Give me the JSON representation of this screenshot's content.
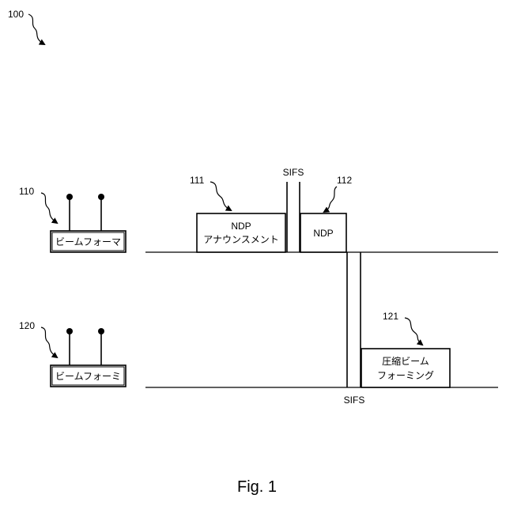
{
  "figure": {
    "ref_label": "100",
    "caption": "Fig. 1"
  },
  "beamformer": {
    "ref": "110",
    "label": "ビームフォーマ"
  },
  "beamformee": {
    "ref": "120",
    "label": "ビームフォーミ"
  },
  "ndp_announcement": {
    "ref": "111",
    "line1": "NDP",
    "line2": "アナウンスメント"
  },
  "ndp": {
    "ref": "112",
    "label": "NDP"
  },
  "compressed_beamforming": {
    "ref": "121",
    "line1": "圧縮ビーム",
    "line2": "フォーミング"
  },
  "sifs_top": "SIFS",
  "sifs_bottom": "SIFS"
}
